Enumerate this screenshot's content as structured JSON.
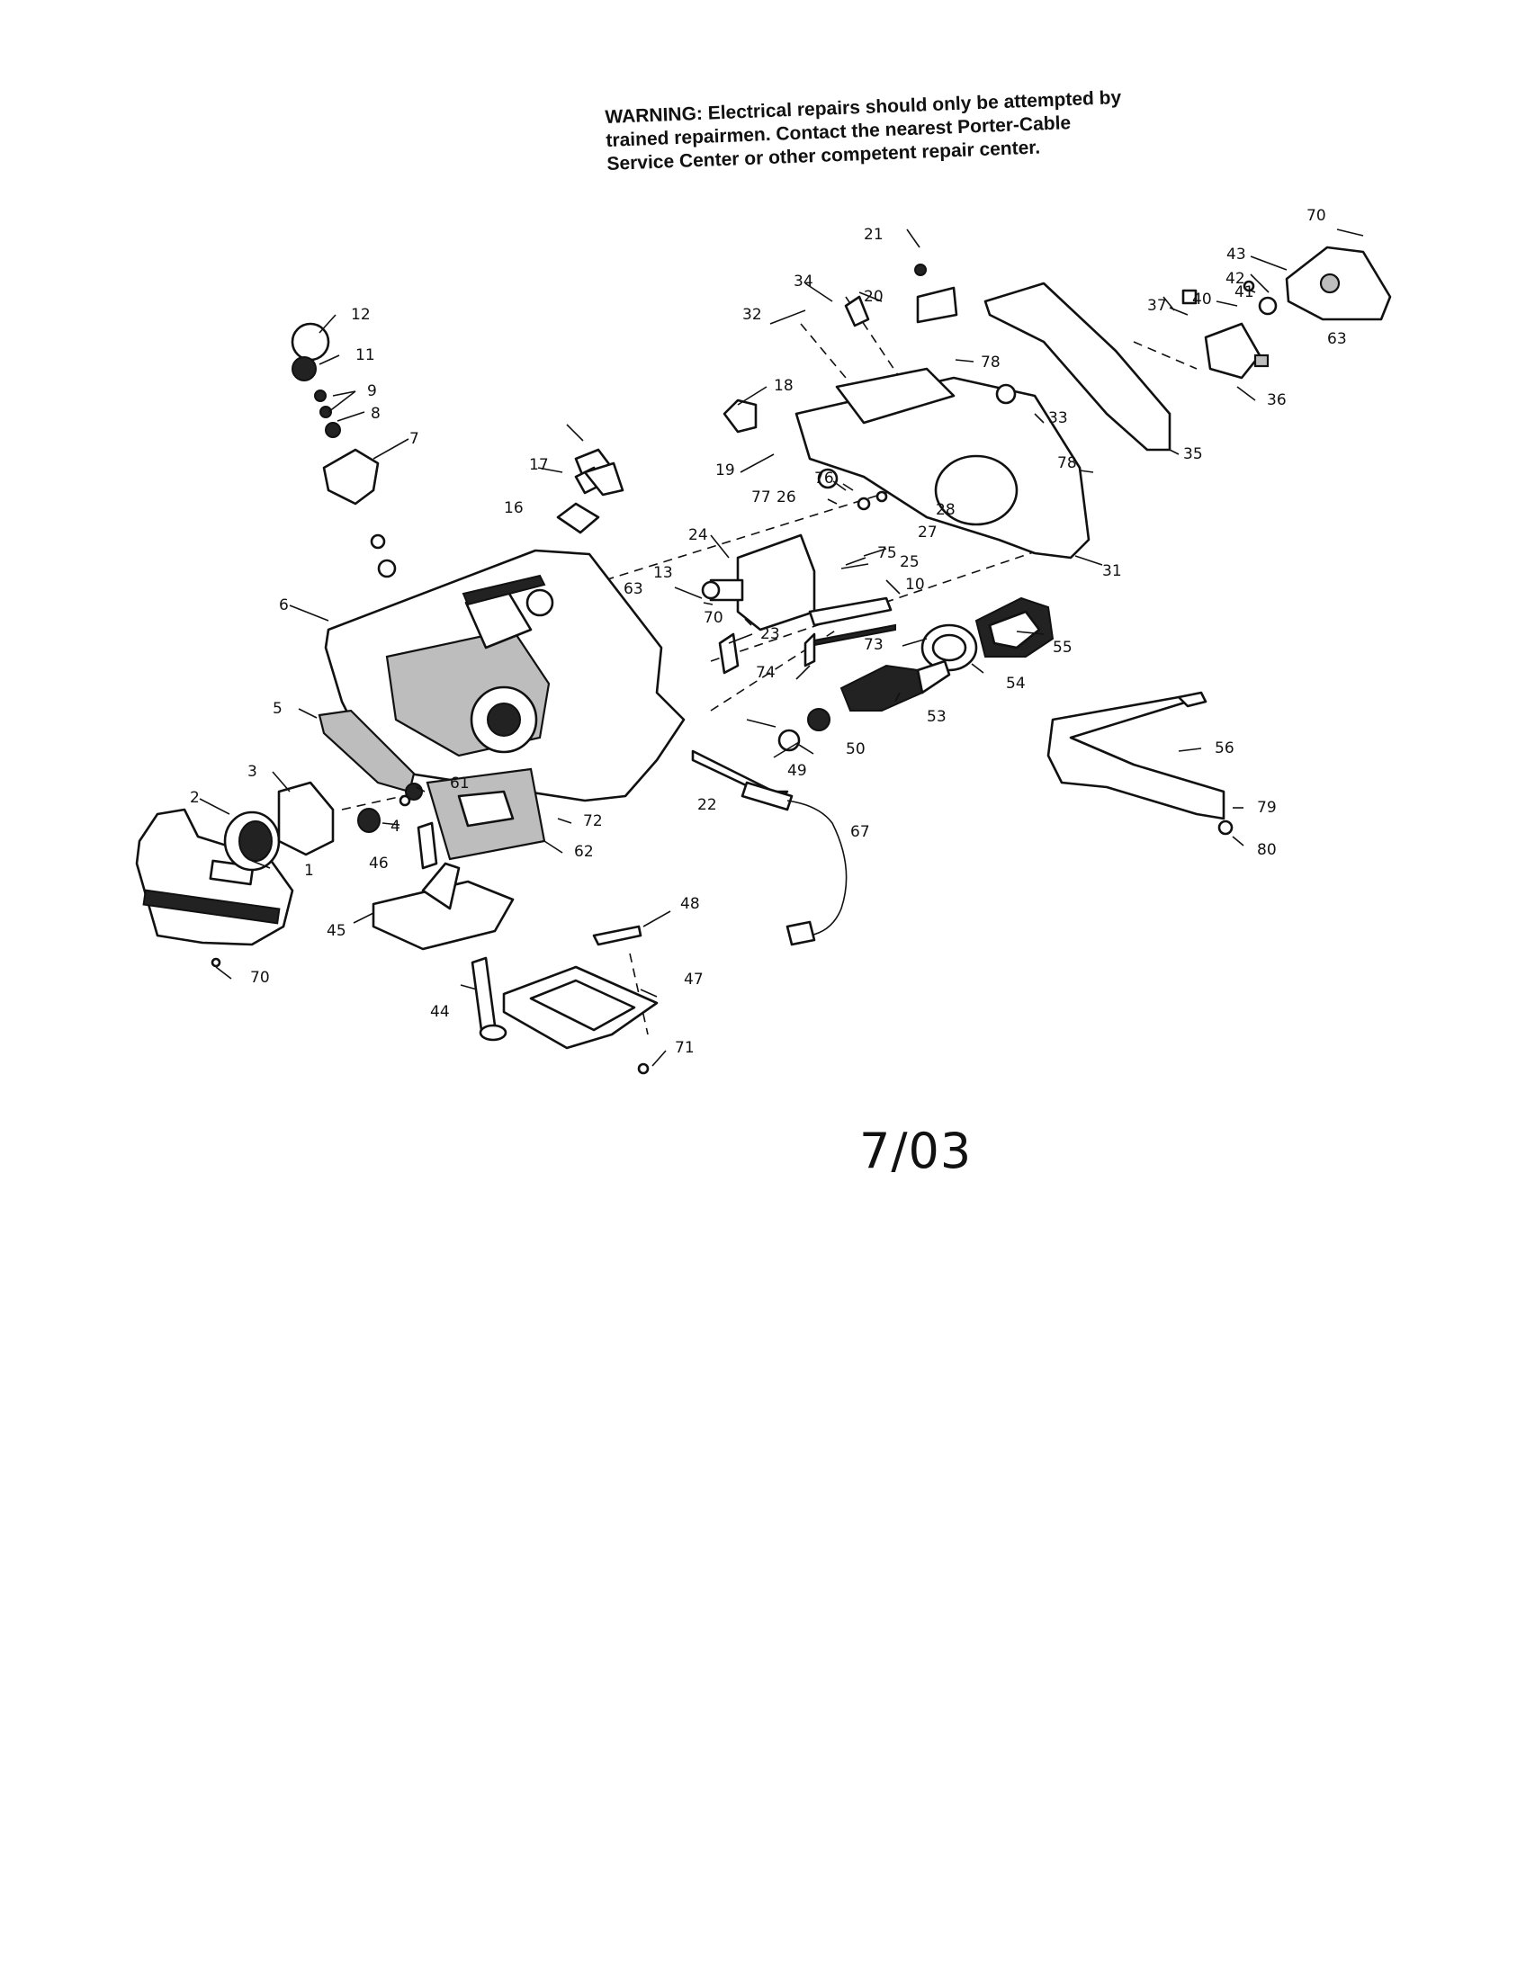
{
  "warning": {
    "line1": "WARNING:  Electrical repairs should only be attempted by",
    "line2": "trained repairmen.  Contact the nearest Porter-Cable",
    "line3": "Service Center or other competent repair center."
  },
  "revision_date": "7/03",
  "callouts": [
    "1",
    "2",
    "3",
    "4",
    "5",
    "6",
    "7",
    "8",
    "9",
    "10",
    "11",
    "12",
    "13",
    "16",
    "17",
    "18",
    "19",
    "20",
    "21",
    "22",
    "23",
    "24",
    "25",
    "26",
    "27",
    "28",
    "31",
    "32",
    "33",
    "34",
    "35",
    "36",
    "37",
    "40",
    "41",
    "42",
    "43",
    "44",
    "45",
    "46",
    "47",
    "48",
    "49",
    "50",
    "53",
    "54",
    "55",
    "56",
    "61",
    "62",
    "63",
    "63",
    "67",
    "70",
    "70",
    "70",
    "71",
    "72",
    "73",
    "74",
    "75",
    "76",
    "77",
    "78",
    "78",
    "79",
    "80"
  ]
}
